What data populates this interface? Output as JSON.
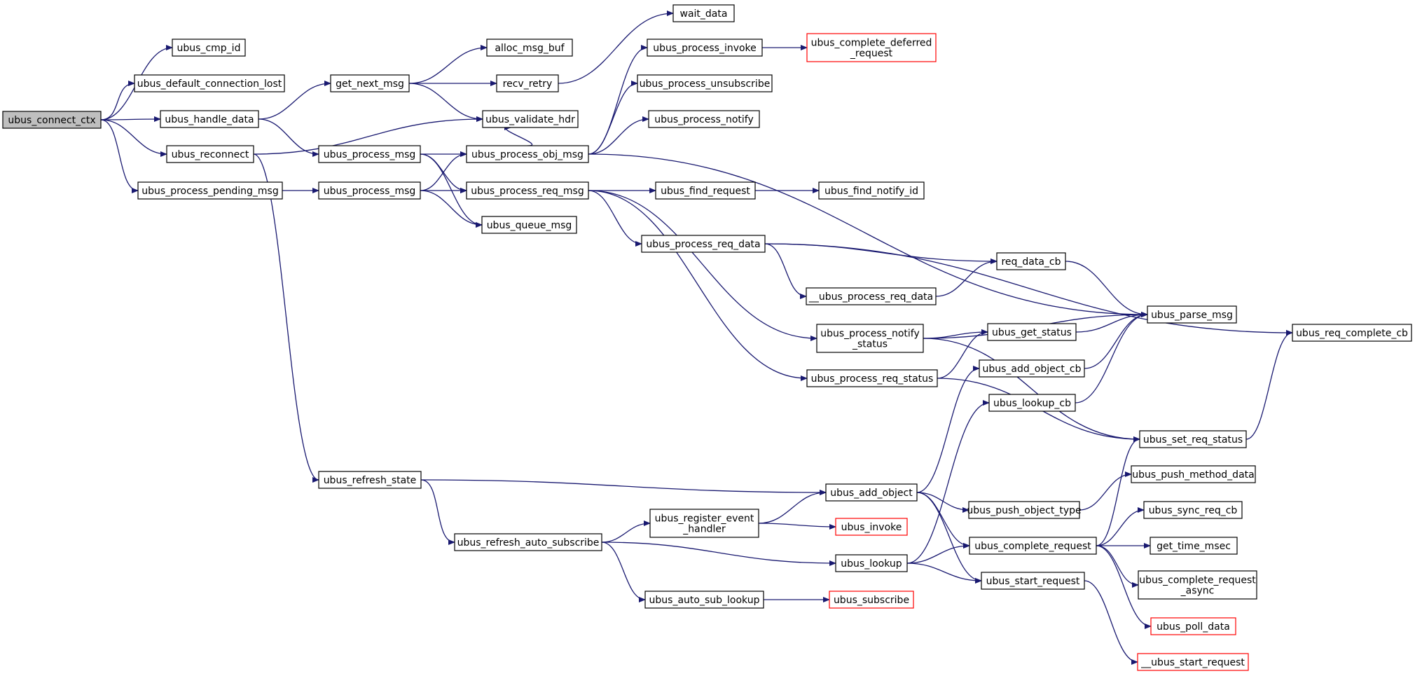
{
  "diagram": {
    "edge_color": "#191970",
    "nodes": [
      {
        "id": "root",
        "lines": [
          "ubus_connect_ctx"
        ],
        "style": "root"
      },
      {
        "id": "cmp_id",
        "lines": [
          "ubus_cmp_id"
        ],
        "style": "normal"
      },
      {
        "id": "default_conn_lost",
        "lines": [
          "ubus_default_connection_lost"
        ],
        "style": "normal"
      },
      {
        "id": "handle_data",
        "lines": [
          "ubus_handle_data"
        ],
        "style": "normal"
      },
      {
        "id": "reconnect",
        "lines": [
          "ubus_reconnect"
        ],
        "style": "normal"
      },
      {
        "id": "process_pending",
        "lines": [
          "ubus_process_pending_msg"
        ],
        "style": "normal"
      },
      {
        "id": "get_next_msg",
        "lines": [
          "get_next_msg"
        ],
        "style": "normal"
      },
      {
        "id": "process_msg_1",
        "lines": [
          "ubus_process_msg"
        ],
        "style": "normal"
      },
      {
        "id": "process_msg_2",
        "lines": [
          "ubus_process_msg"
        ],
        "style": "normal"
      },
      {
        "id": "refresh_state",
        "lines": [
          "ubus_refresh_state"
        ],
        "style": "normal"
      },
      {
        "id": "alloc_msg_buf",
        "lines": [
          "alloc_msg_buf"
        ],
        "style": "normal"
      },
      {
        "id": "recv_retry",
        "lines": [
          "recv_retry"
        ],
        "style": "normal"
      },
      {
        "id": "validate_hdr",
        "lines": [
          "ubus_validate_hdr"
        ],
        "style": "normal"
      },
      {
        "id": "process_obj_msg",
        "lines": [
          "ubus_process_obj_msg"
        ],
        "style": "normal"
      },
      {
        "id": "process_req_msg",
        "lines": [
          "ubus_process_req_msg"
        ],
        "style": "normal"
      },
      {
        "id": "queue_msg",
        "lines": [
          "ubus_queue_msg"
        ],
        "style": "normal"
      },
      {
        "id": "wait_data",
        "lines": [
          "wait_data"
        ],
        "style": "normal"
      },
      {
        "id": "process_invoke",
        "lines": [
          "ubus_process_invoke"
        ],
        "style": "normal"
      },
      {
        "id": "complete_deferred",
        "lines": [
          "ubus_complete_deferred",
          "_request"
        ],
        "style": "truncated"
      },
      {
        "id": "process_unsubscribe",
        "lines": [
          "ubus_process_unsubscribe"
        ],
        "style": "normal"
      },
      {
        "id": "process_notify",
        "lines": [
          "ubus_process_notify"
        ],
        "style": "normal"
      },
      {
        "id": "find_request",
        "lines": [
          "ubus_find_request"
        ],
        "style": "normal"
      },
      {
        "id": "find_notify_id",
        "lines": [
          "ubus_find_notify_id"
        ],
        "style": "normal"
      },
      {
        "id": "process_req_data",
        "lines": [
          "ubus_process_req_data"
        ],
        "style": "normal"
      },
      {
        "id": "req_data_cb",
        "lines": [
          "req_data_cb"
        ],
        "style": "normal"
      },
      {
        "id": "__process_req_data",
        "lines": [
          "__ubus_process_req_data"
        ],
        "style": "normal"
      },
      {
        "id": "parse_msg",
        "lines": [
          "ubus_parse_msg"
        ],
        "style": "normal"
      },
      {
        "id": "req_complete_cb",
        "lines": [
          "ubus_req_complete_cb"
        ],
        "style": "normal"
      },
      {
        "id": "process_notify_status",
        "lines": [
          "ubus_process_notify",
          "_status"
        ],
        "style": "normal"
      },
      {
        "id": "get_status",
        "lines": [
          "ubus_get_status"
        ],
        "style": "normal"
      },
      {
        "id": "add_object_cb",
        "lines": [
          "ubus_add_object_cb"
        ],
        "style": "normal"
      },
      {
        "id": "process_req_status",
        "lines": [
          "ubus_process_req_status"
        ],
        "style": "normal"
      },
      {
        "id": "lookup_cb",
        "lines": [
          "ubus_lookup_cb"
        ],
        "style": "normal"
      },
      {
        "id": "set_req_status",
        "lines": [
          "ubus_set_req_status"
        ],
        "style": "normal"
      },
      {
        "id": "push_method_data",
        "lines": [
          "ubus_push_method_data"
        ],
        "style": "normal"
      },
      {
        "id": "add_object",
        "lines": [
          "ubus_add_object"
        ],
        "style": "normal"
      },
      {
        "id": "push_object_type",
        "lines": [
          "ubus_push_object_type"
        ],
        "style": "normal"
      },
      {
        "id": "register_event",
        "lines": [
          "ubus_register_event",
          "_handler"
        ],
        "style": "normal"
      },
      {
        "id": "invoke",
        "lines": [
          "ubus_invoke"
        ],
        "style": "truncated"
      },
      {
        "id": "sync_req_cb",
        "lines": [
          "ubus_sync_req_cb"
        ],
        "style": "normal"
      },
      {
        "id": "refresh_auto_subscribe",
        "lines": [
          "ubus_refresh_auto_subscribe"
        ],
        "style": "normal"
      },
      {
        "id": "complete_request",
        "lines": [
          "ubus_complete_request"
        ],
        "style": "normal"
      },
      {
        "id": "get_time_msec",
        "lines": [
          "get_time_msec"
        ],
        "style": "normal"
      },
      {
        "id": "lookup",
        "lines": [
          "ubus_lookup"
        ],
        "style": "normal"
      },
      {
        "id": "start_request",
        "lines": [
          "ubus_start_request"
        ],
        "style": "normal"
      },
      {
        "id": "complete_request_async",
        "lines": [
          "ubus_complete_request",
          "_async"
        ],
        "style": "normal"
      },
      {
        "id": "auto_sub_lookup",
        "lines": [
          "ubus_auto_sub_lookup"
        ],
        "style": "normal"
      },
      {
        "id": "subscribe",
        "lines": [
          "ubus_subscribe"
        ],
        "style": "truncated"
      },
      {
        "id": "poll_data",
        "lines": [
          "ubus_poll_data"
        ],
        "style": "truncated"
      },
      {
        "id": "__start_request",
        "lines": [
          "__ubus_start_request"
        ],
        "style": "truncated"
      }
    ],
    "edges": [
      [
        "root",
        "cmp_id"
      ],
      [
        "root",
        "default_conn_lost"
      ],
      [
        "root",
        "handle_data"
      ],
      [
        "root",
        "reconnect"
      ],
      [
        "root",
        "process_pending"
      ],
      [
        "handle_data",
        "get_next_msg"
      ],
      [
        "handle_data",
        "process_msg_1"
      ],
      [
        "reconnect",
        "validate_hdr"
      ],
      [
        "reconnect",
        "refresh_state"
      ],
      [
        "process_pending",
        "process_msg_2"
      ],
      [
        "get_next_msg",
        "alloc_msg_buf"
      ],
      [
        "get_next_msg",
        "recv_retry"
      ],
      [
        "get_next_msg",
        "validate_hdr"
      ],
      [
        "recv_retry",
        "wait_data"
      ],
      [
        "process_msg_1",
        "process_obj_msg"
      ],
      [
        "process_msg_1",
        "process_req_msg"
      ],
      [
        "process_msg_1",
        "queue_msg"
      ],
      [
        "process_msg_2",
        "process_obj_msg"
      ],
      [
        "process_msg_2",
        "process_req_msg"
      ],
      [
        "process_msg_2",
        "queue_msg"
      ],
      [
        "process_obj_msg",
        "validate_hdr"
      ],
      [
        "process_obj_msg",
        "process_invoke"
      ],
      [
        "process_obj_msg",
        "process_unsubscribe"
      ],
      [
        "process_obj_msg",
        "process_notify"
      ],
      [
        "process_obj_msg",
        "parse_msg"
      ],
      [
        "process_invoke",
        "complete_deferred"
      ],
      [
        "process_req_msg",
        "find_request"
      ],
      [
        "process_req_msg",
        "process_req_data"
      ],
      [
        "process_req_msg",
        "process_notify_status"
      ],
      [
        "process_req_msg",
        "process_req_status"
      ],
      [
        "find_request",
        "find_notify_id"
      ],
      [
        "process_req_data",
        "req_data_cb"
      ],
      [
        "process_req_data",
        "__process_req_data"
      ],
      [
        "process_req_data",
        "req_complete_cb"
      ],
      [
        "__process_req_data",
        "req_data_cb"
      ],
      [
        "req_data_cb",
        "parse_msg"
      ],
      [
        "process_notify_status",
        "parse_msg"
      ],
      [
        "process_notify_status",
        "get_status"
      ],
      [
        "process_notify_status",
        "set_req_status"
      ],
      [
        "get_status",
        "parse_msg"
      ],
      [
        "process_req_status",
        "get_status"
      ],
      [
        "process_req_status",
        "set_req_status"
      ],
      [
        "add_object_cb",
        "parse_msg"
      ],
      [
        "lookup_cb",
        "parse_msg"
      ],
      [
        "set_req_status",
        "req_complete_cb"
      ],
      [
        "refresh_state",
        "add_object"
      ],
      [
        "refresh_state",
        "refresh_auto_subscribe"
      ],
      [
        "refresh_auto_subscribe",
        "register_event"
      ],
      [
        "refresh_auto_subscribe",
        "lookup"
      ],
      [
        "refresh_auto_subscribe",
        "auto_sub_lookup"
      ],
      [
        "register_event",
        "add_object"
      ],
      [
        "register_event",
        "invoke"
      ],
      [
        "add_object",
        "add_object_cb"
      ],
      [
        "add_object",
        "push_object_type"
      ],
      [
        "add_object",
        "complete_request"
      ],
      [
        "add_object",
        "start_request"
      ],
      [
        "push_object_type",
        "push_method_data"
      ],
      [
        "lookup",
        "lookup_cb"
      ],
      [
        "lookup",
        "complete_request"
      ],
      [
        "lookup",
        "start_request"
      ],
      [
        "complete_request",
        "set_req_status"
      ],
      [
        "complete_request",
        "sync_req_cb"
      ],
      [
        "complete_request",
        "get_time_msec"
      ],
      [
        "complete_request",
        "complete_request_async"
      ],
      [
        "complete_request",
        "poll_data"
      ],
      [
        "start_request",
        "__start_request"
      ],
      [
        "auto_sub_lookup",
        "subscribe"
      ]
    ]
  }
}
